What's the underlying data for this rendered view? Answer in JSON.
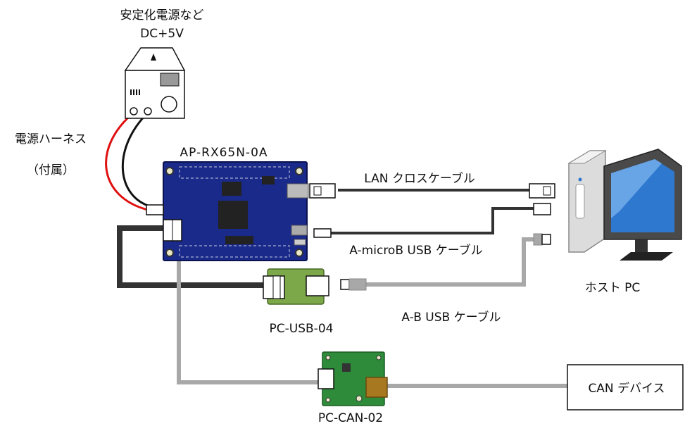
{
  "power_supply": {
    "line1": "安定化電源など",
    "line2": "DC+5V"
  },
  "harness": {
    "line1": "電源ハーネス",
    "line2": "（付属）"
  },
  "board": {
    "label": "AP-RX65N-0A"
  },
  "cables": {
    "lan": "LAN クロスケーブル",
    "microb": "A-microB USB ケーブル",
    "ab": "A-B USB ケーブル"
  },
  "host": {
    "label": "ホスト PC"
  },
  "usb_module": {
    "label": "PC-USB-04"
  },
  "can_module": {
    "label": "PC-CAN-02"
  },
  "can_device": {
    "label": "CAN デバイス"
  },
  "colors": {
    "board_blue": "#1a2a8a",
    "module_green": "#7da84a",
    "can_green": "#2e8b3a",
    "wire_dark": "#333333",
    "wire_gray": "#a8a8a8",
    "wire_red": "#e01010",
    "monitor_blue": "#2f78d0"
  }
}
